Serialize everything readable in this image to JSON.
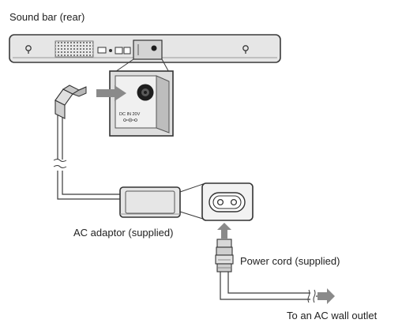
{
  "labels": {
    "sound_bar": "Sound bar (rear)",
    "ac_adaptor": "AC adaptor (supplied)",
    "power_cord": "Power cord (supplied)",
    "wall_outlet": "To an AC wall outlet",
    "dc_in": "DC IN 20V"
  },
  "colors": {
    "outline": "#3a3a3a",
    "body_fill": "#e6e6e6",
    "panel_fill": "#d8d8d8",
    "dark": "#1e1e1e",
    "arrow": "#8a8a8a"
  }
}
